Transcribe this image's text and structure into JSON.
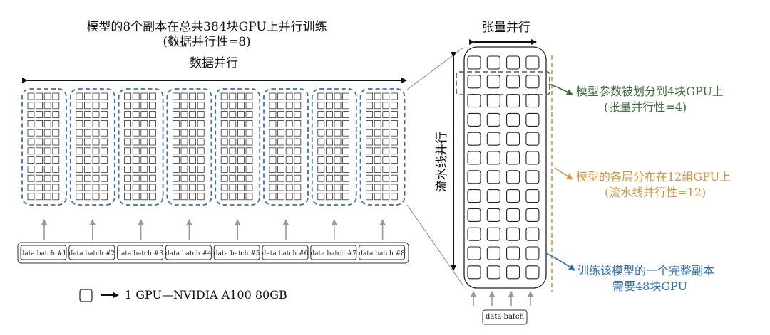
{
  "data_parallel": {
    "title_line1": "模型的8个副本在总共384块GPU上并行训练",
    "title_line2": "(数据并行性=8)",
    "axis_label": "数据并行",
    "batches": [
      "data batch #1",
      "data batch #2",
      "data batch #3",
      "data batch #4",
      "data batch #5",
      "data batch #6",
      "data batch #7",
      "data batch #8"
    ]
  },
  "replica": {
    "tensor_axis_label": "张量并行",
    "pipeline_axis_label": "流水线并行",
    "input_batch_label": "data batch",
    "tensor_note_line1": "模型参数被划分到4块GPU上",
    "tensor_note_line2": "(张量并行性=4)",
    "pipeline_note_line1": "模型的各层分布在12组GPU上",
    "pipeline_note_line2": "(流水线并行性=12)",
    "full_note_line1": "训练该模型的一个完整副本",
    "full_note_line2": "需要48块GPU"
  },
  "legend": {
    "label": "1 GPU—NVIDIA A100 80GB"
  },
  "colors": {
    "blue": "#3d6fa6",
    "green": "#3c6b3c",
    "orange": "#d09740",
    "gray": "#9a9a9a",
    "note_blue": "#2f6fb3"
  }
}
